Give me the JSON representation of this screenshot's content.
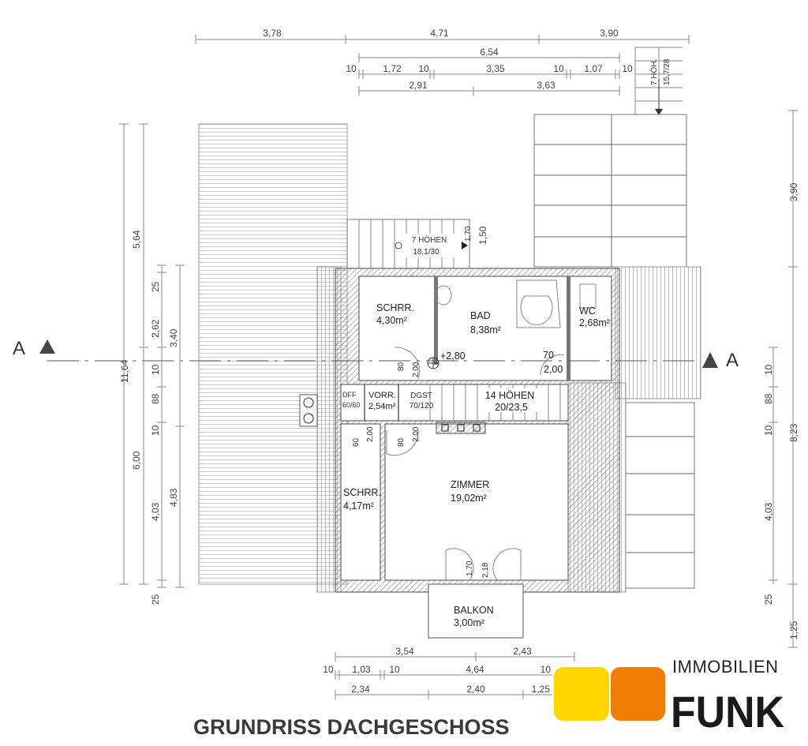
{
  "title": "GRUNDRISS DACHGESCHOSS",
  "logo": {
    "line1": "IMMOBILIEN",
    "line2": "FUNK",
    "color_yellow": "#FFD600",
    "color_orange": "#EF7D00"
  },
  "section_mark": "A",
  "elevation": "+2,80",
  "rooms": {
    "schrr_upper": {
      "name": "SCHRR.",
      "area": "4,30m²"
    },
    "bad": {
      "name": "BAD",
      "area": "8,38m²"
    },
    "wc": {
      "name": "WC",
      "area": "2,68m²"
    },
    "dff": {
      "name": "DFF",
      "size": "60/60"
    },
    "vorr": {
      "name": "VORR.",
      "area": "2,54m²"
    },
    "dgst": {
      "name": "DGST",
      "size": "70/120"
    },
    "schrr_lower": {
      "name": "SCHRR.",
      "area": "4,17m²"
    },
    "zimmer": {
      "name": "ZIMMER",
      "area": "19,02m²"
    },
    "balkon": {
      "name": "BALKON",
      "area": "3,00m²"
    }
  },
  "stairs": {
    "upper": {
      "steps": "7 HÖHEN",
      "ratio": "18,1/30",
      "dim1": "1,70",
      "dim2": "1,50"
    },
    "middle": {
      "steps": "14 HÖHEN",
      "ratio": "20/23,5"
    },
    "top_right": {
      "steps": "7 HÖH.",
      "ratio": "15,7/28"
    }
  },
  "doors": {
    "bad": {
      "w": "80",
      "h": "2,00"
    },
    "wc": {
      "w": "70",
      "h": "2,00"
    },
    "schrr": {
      "w": "60",
      "h": "2,00"
    },
    "zimmer": {
      "w": "80",
      "h": "2,00"
    },
    "balkon": {
      "w": "1,70",
      "h": "2,18"
    }
  },
  "dims": {
    "top_row1": [
      "3,78",
      "4,71",
      "3,90"
    ],
    "top_row2": [
      "6,54"
    ],
    "top_row3": [
      "10",
      "1,72",
      "10",
      "3,35",
      "10",
      "1,07",
      "10"
    ],
    "top_row4": [
      "2,91",
      "3,63"
    ],
    "left_col1": [
      "11,64"
    ],
    "left_col2": [
      "5,64",
      "6,00"
    ],
    "left_col3": [
      "25",
      "2,62",
      "10",
      "88",
      "10",
      "4,03",
      "25"
    ],
    "left_col4": [
      "3,40",
      "4,83"
    ],
    "right_col1": [
      "3,90",
      "8,23",
      "1,25"
    ],
    "right_col2": [
      "10",
      "88",
      "10",
      "4,03",
      "25"
    ],
    "bottom_row1": [
      "3,54",
      "2,43"
    ],
    "bottom_row2": [
      "10",
      "1,03",
      "10",
      "4,64",
      "10"
    ],
    "bottom_row3": [
      "2,34",
      "2,40",
      "1,25"
    ]
  }
}
